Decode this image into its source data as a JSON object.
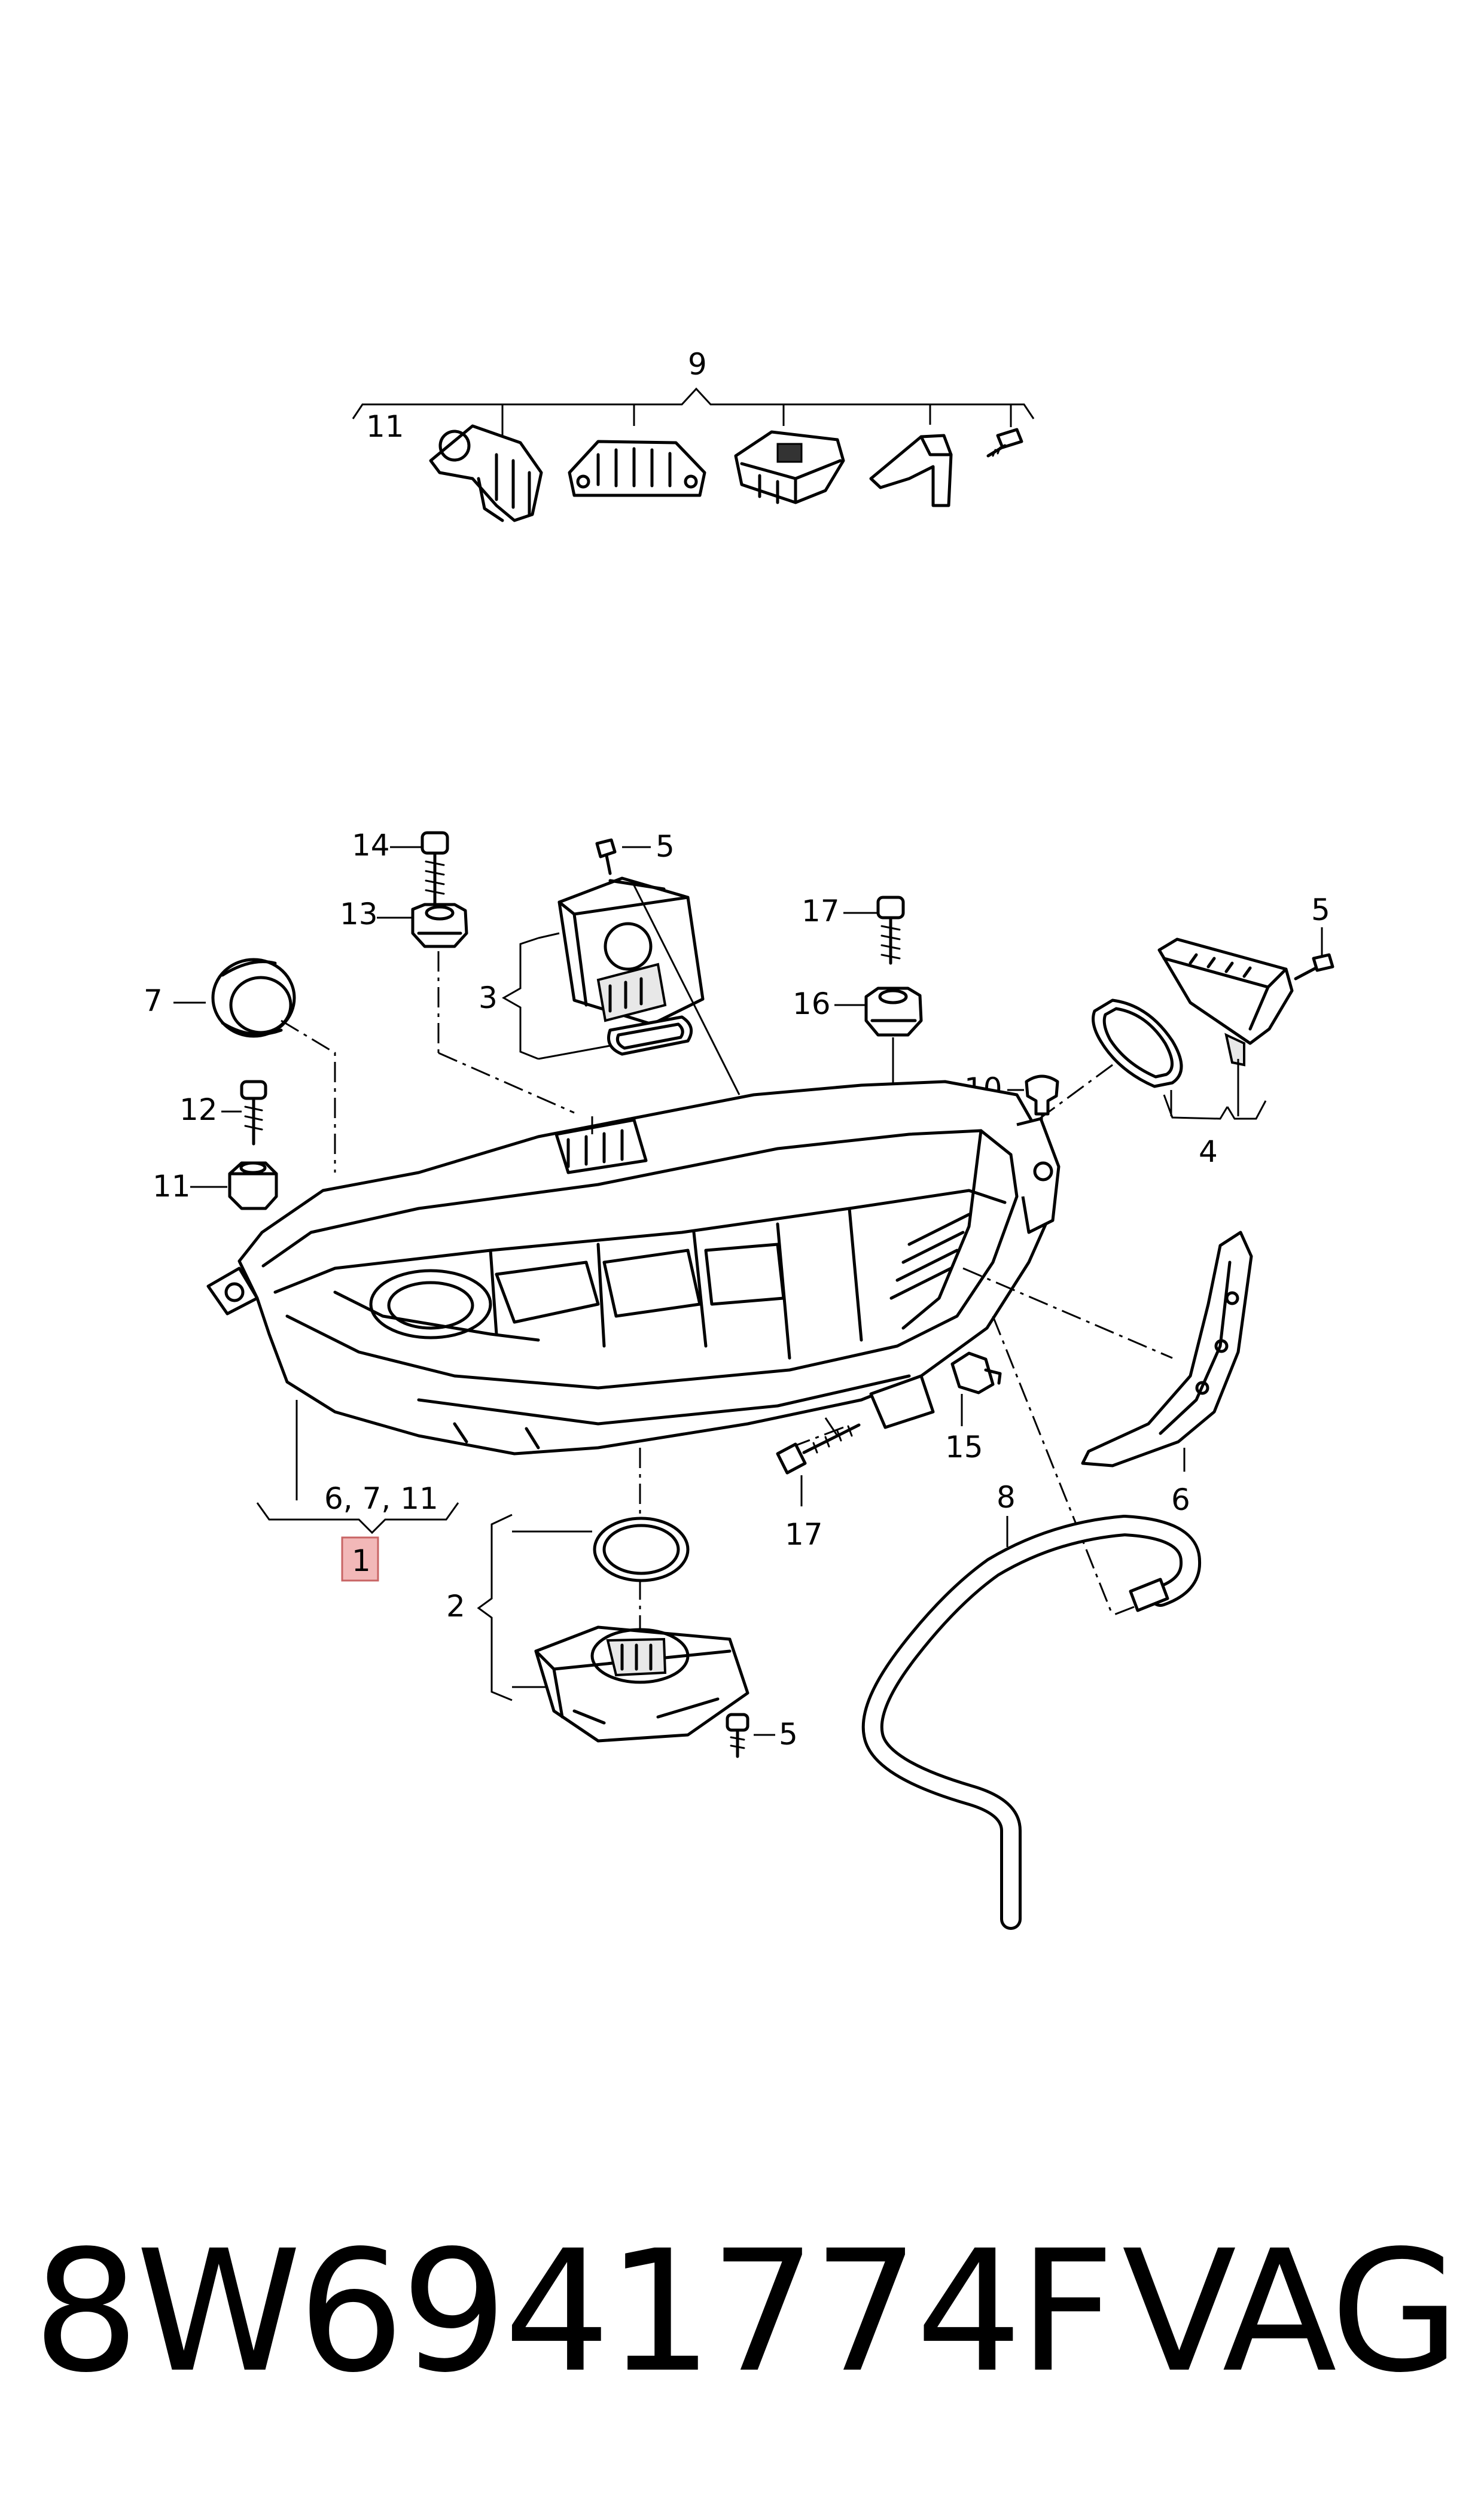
{
  "footer": {
    "part_number": "8W6941774F",
    "brand": "VAG"
  },
  "callouts": {
    "c9": "9",
    "c11_top": "11",
    "c14": "14",
    "c13": "13",
    "c5_a": "5",
    "c3": "3",
    "c17_a": "17",
    "c16": "16",
    "c5_b": "5",
    "c10": "10",
    "c4": "4",
    "c7": "7",
    "c12": "12",
    "c11": "11",
    "c15": "15",
    "c6": "6",
    "c17_b": "17",
    "c8": "8",
    "c1_group": "6, 7, 11",
    "c1": "1",
    "c2": "2",
    "c5_c": "5"
  },
  "highlight_color": "#f2b8b8"
}
